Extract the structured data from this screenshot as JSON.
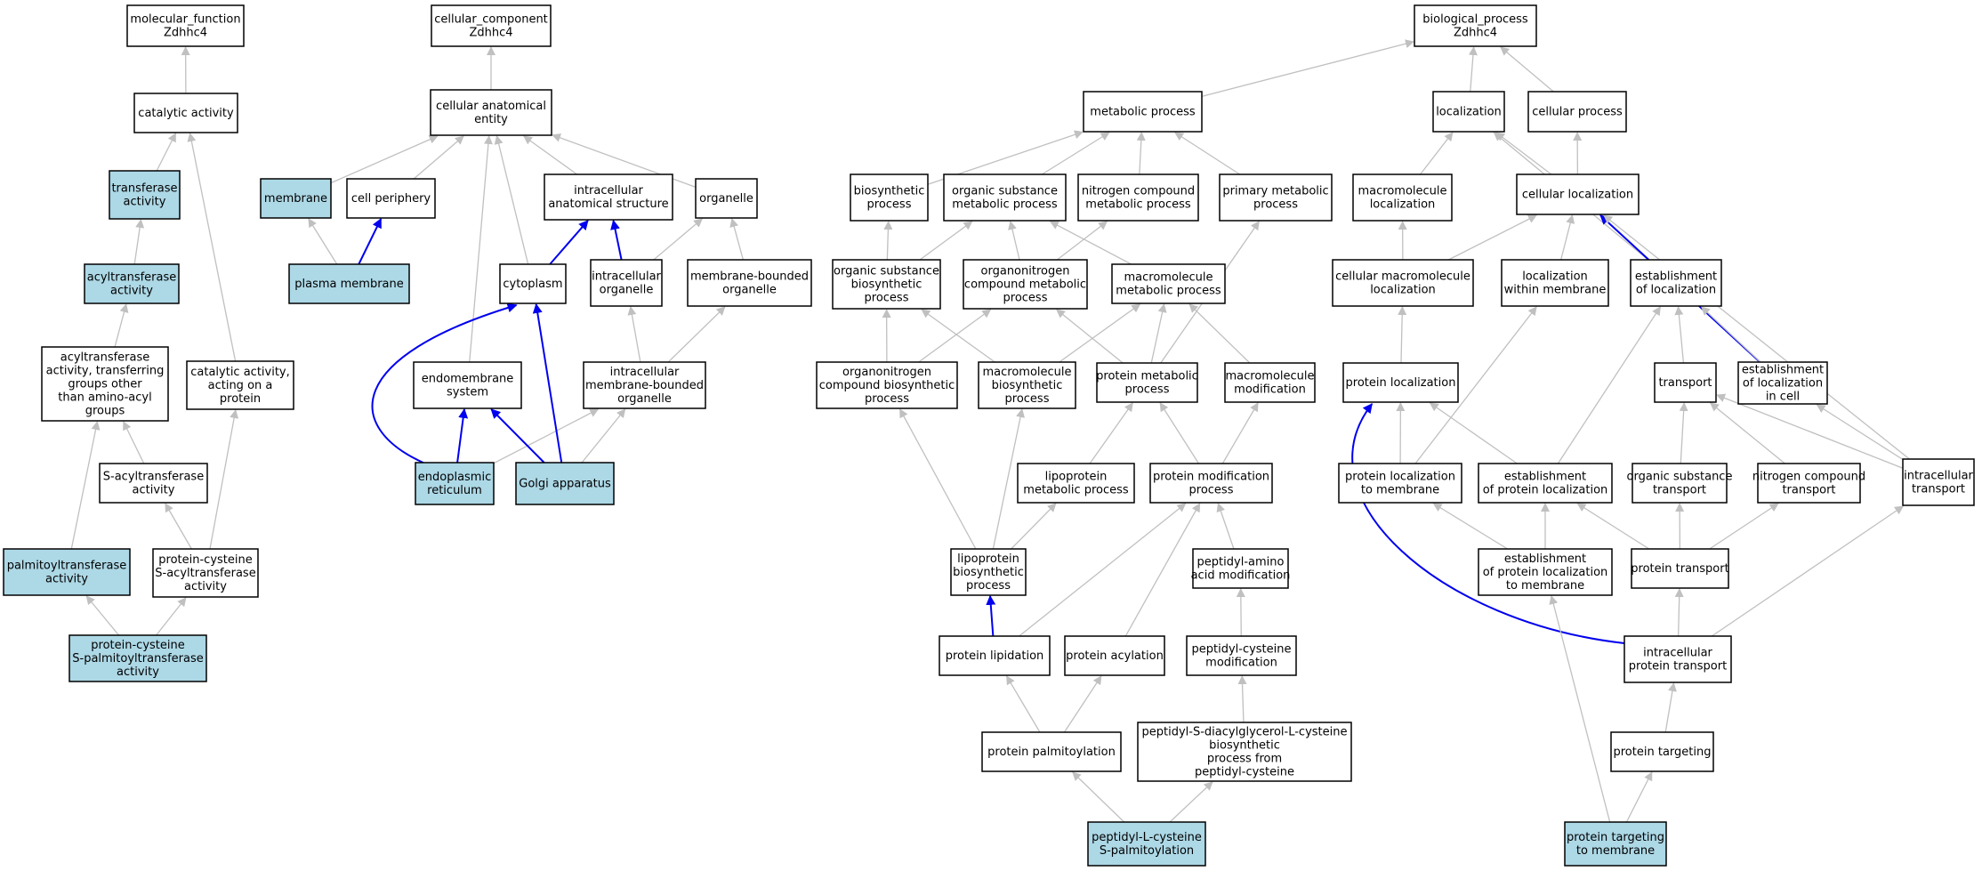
{
  "colors": {
    "plain": "#ffffff",
    "highlight": "#add8e6",
    "edge_grey": "#c0c0c0",
    "edge_blue": "#0000ee",
    "border": "#000000"
  },
  "nodes": {
    "mf_root": {
      "lines": [
        "molecular_function",
        "Zdhhc4"
      ],
      "hl": false
    },
    "catalytic_activity": {
      "lines": [
        "catalytic activity"
      ],
      "hl": false
    },
    "transferase": {
      "lines": [
        "transferase",
        "activity"
      ],
      "hl": true
    },
    "acyltransferase": {
      "lines": [
        "acyltransferase",
        "activity"
      ],
      "hl": true
    },
    "acyl_other": {
      "lines": [
        "acyltransferase",
        "activity, transferring",
        "groups other",
        "than amino-acyl",
        "groups"
      ],
      "hl": false
    },
    "catalytic_protein": {
      "lines": [
        "catalytic activity,",
        "acting on a",
        "protein"
      ],
      "hl": false
    },
    "s_acyl": {
      "lines": [
        "S-acyltransferase",
        "activity"
      ],
      "hl": false
    },
    "palmitoyl": {
      "lines": [
        "palmitoyltransferase",
        "activity"
      ],
      "hl": true
    },
    "pc_s_acyl": {
      "lines": [
        "protein-cysteine",
        "S-acyltransferase",
        "activity"
      ],
      "hl": false
    },
    "pc_s_palm": {
      "lines": [
        "protein-cysteine",
        "S-palmitoyltransferase",
        "activity"
      ],
      "hl": true
    },
    "cc_root": {
      "lines": [
        "cellular_component",
        "Zdhhc4"
      ],
      "hl": false
    },
    "anat_entity": {
      "lines": [
        "cellular anatomical",
        "entity"
      ],
      "hl": false
    },
    "membrane": {
      "lines": [
        "membrane"
      ],
      "hl": true
    },
    "cell_periphery": {
      "lines": [
        "cell periphery"
      ],
      "hl": false
    },
    "intra_anat": {
      "lines": [
        "intracellular",
        "anatomical structure"
      ],
      "hl": false
    },
    "organelle": {
      "lines": [
        "organelle"
      ],
      "hl": false
    },
    "plasma_membrane": {
      "lines": [
        "plasma membrane"
      ],
      "hl": true
    },
    "cytoplasm": {
      "lines": [
        "cytoplasm"
      ],
      "hl": false
    },
    "intra_organelle": {
      "lines": [
        "intracellular",
        "organelle"
      ],
      "hl": false
    },
    "mb_organelle": {
      "lines": [
        "membrane-bounded",
        "organelle"
      ],
      "hl": false
    },
    "endomembrane": {
      "lines": [
        "endomembrane",
        "system"
      ],
      "hl": false
    },
    "intra_mb_organelle": {
      "lines": [
        "intracellular",
        "membrane-bounded",
        "organelle"
      ],
      "hl": false
    },
    "er": {
      "lines": [
        "endoplasmic",
        "reticulum"
      ],
      "hl": true
    },
    "golgi": {
      "lines": [
        "Golgi apparatus"
      ],
      "hl": true
    },
    "bp_root": {
      "lines": [
        "biological_process",
        "Zdhhc4"
      ],
      "hl": false
    },
    "metabolic": {
      "lines": [
        "metabolic process"
      ],
      "hl": false
    },
    "localization": {
      "lines": [
        "localization"
      ],
      "hl": false
    },
    "cellular_process": {
      "lines": [
        "cellular process"
      ],
      "hl": false
    },
    "biosynthetic": {
      "lines": [
        "biosynthetic",
        "process"
      ],
      "hl": false
    },
    "org_sub_met": {
      "lines": [
        "organic substance",
        "metabolic process"
      ],
      "hl": false
    },
    "nitrogen_met": {
      "lines": [
        "nitrogen compound",
        "metabolic process"
      ],
      "hl": false
    },
    "primary_met": {
      "lines": [
        "primary metabolic",
        "process"
      ],
      "hl": false
    },
    "macromol_loc": {
      "lines": [
        "macromolecule",
        "localization"
      ],
      "hl": false
    },
    "cellular_loc": {
      "lines": [
        "cellular localization"
      ],
      "hl": false
    },
    "org_sub_bio": {
      "lines": [
        "organic substance",
        "biosynthetic",
        "process"
      ],
      "hl": false
    },
    "organonitrogen_met": {
      "lines": [
        "organonitrogen",
        "compound metabolic",
        "process"
      ],
      "hl": false
    },
    "macromol_met": {
      "lines": [
        "macromolecule",
        "metabolic process"
      ],
      "hl": false
    },
    "cell_macromol_loc": {
      "lines": [
        "cellular macromolecule",
        "localization"
      ],
      "hl": false
    },
    "loc_within_membrane": {
      "lines": [
        "localization",
        "within membrane"
      ],
      "hl": false
    },
    "est_loc": {
      "lines": [
        "establishment",
        "of localization"
      ],
      "hl": false
    },
    "organonitrogen_bio": {
      "lines": [
        "organonitrogen",
        "compound biosynthetic",
        "process"
      ],
      "hl": false
    },
    "macromol_bio": {
      "lines": [
        "macromolecule",
        "biosynthetic",
        "process"
      ],
      "hl": false
    },
    "protein_met": {
      "lines": [
        "protein metabolic",
        "process"
      ],
      "hl": false
    },
    "macromol_mod": {
      "lines": [
        "macromolecule",
        "modification"
      ],
      "hl": false
    },
    "protein_loc": {
      "lines": [
        "protein localization"
      ],
      "hl": false
    },
    "transport": {
      "lines": [
        "transport"
      ],
      "hl": false
    },
    "est_loc_cell": {
      "lines": [
        "establishment",
        "of localization",
        "in cell"
      ],
      "hl": false
    },
    "lipoprotein_met": {
      "lines": [
        "lipoprotein",
        "metabolic process"
      ],
      "hl": false
    },
    "protein_mod": {
      "lines": [
        "protein modification",
        "process"
      ],
      "hl": false
    },
    "protein_loc_membrane": {
      "lines": [
        "protein localization",
        "to membrane"
      ],
      "hl": false
    },
    "est_protein_loc": {
      "lines": [
        "establishment",
        "of protein localization"
      ],
      "hl": false
    },
    "org_sub_transport": {
      "lines": [
        "organic substance",
        "transport"
      ],
      "hl": false
    },
    "nitrogen_transport": {
      "lines": [
        "nitrogen compound",
        "transport"
      ],
      "hl": false
    },
    "intracellular_transport": {
      "lines": [
        "intracellular",
        "transport"
      ],
      "hl": false
    },
    "lipoprotein_bio": {
      "lines": [
        "lipoprotein",
        "biosynthetic",
        "process"
      ],
      "hl": false
    },
    "peptidyl_amino": {
      "lines": [
        "peptidyl-amino",
        "acid modification"
      ],
      "hl": false
    },
    "est_protein_loc_membrane": {
      "lines": [
        "establishment",
        "of protein localization",
        "to membrane"
      ],
      "hl": false
    },
    "protein_transport": {
      "lines": [
        "protein transport"
      ],
      "hl": false
    },
    "protein_lipidation": {
      "lines": [
        "protein lipidation"
      ],
      "hl": false
    },
    "protein_acylation": {
      "lines": [
        "protein acylation"
      ],
      "hl": false
    },
    "peptidyl_cys_mod": {
      "lines": [
        "peptidyl-cysteine",
        "modification"
      ],
      "hl": false
    },
    "intracellular_protein_transport": {
      "lines": [
        "intracellular",
        "protein transport"
      ],
      "hl": false
    },
    "protein_palm": {
      "lines": [
        "protein palmitoylation"
      ],
      "hl": false
    },
    "peptidyl_sdag": {
      "lines": [
        "peptidyl-S-diacylglycerol-L-cysteine",
        "biosynthetic",
        "process from",
        "peptidyl-cysteine"
      ],
      "hl": false
    },
    "protein_targeting": {
      "lines": [
        "protein targeting"
      ],
      "hl": false
    },
    "peptidyl_lcys_palm": {
      "lines": [
        "peptidyl-L-cysteine",
        "S-palmitoylation"
      ],
      "hl": true
    },
    "protein_targeting_membrane": {
      "lines": [
        "protein targeting",
        "to membrane"
      ],
      "hl": true
    }
  },
  "edges": [
    {
      "from": "catalytic_activity",
      "to": "mf_root",
      "blue": false
    },
    {
      "from": "transferase",
      "to": "catalytic_activity",
      "blue": false
    },
    {
      "from": "catalytic_protein",
      "to": "catalytic_activity",
      "blue": false
    },
    {
      "from": "acyltransferase",
      "to": "transferase",
      "blue": false
    },
    {
      "from": "acyl_other",
      "to": "acyltransferase",
      "blue": false
    },
    {
      "from": "s_acyl",
      "to": "acyl_other",
      "blue": false
    },
    {
      "from": "palmitoyl",
      "to": "acyl_other",
      "blue": false
    },
    {
      "from": "pc_s_acyl",
      "to": "s_acyl",
      "blue": false
    },
    {
      "from": "pc_s_acyl",
      "to": "catalytic_protein",
      "blue": false
    },
    {
      "from": "pc_s_palm",
      "to": "palmitoyl",
      "blue": false
    },
    {
      "from": "pc_s_palm",
      "to": "pc_s_acyl",
      "blue": false
    },
    {
      "from": "anat_entity",
      "to": "cc_root",
      "blue": false
    },
    {
      "from": "membrane",
      "to": "anat_entity",
      "blue": false
    },
    {
      "from": "cell_periphery",
      "to": "anat_entity",
      "blue": false
    },
    {
      "from": "intra_anat",
      "to": "anat_entity",
      "blue": false
    },
    {
      "from": "organelle",
      "to": "anat_entity",
      "blue": false
    },
    {
      "from": "cytoplasm",
      "to": "anat_entity",
      "blue": false
    },
    {
      "from": "endomembrane",
      "to": "anat_entity",
      "blue": false
    },
    {
      "from": "plasma_membrane",
      "to": "membrane",
      "blue": false
    },
    {
      "from": "plasma_membrane",
      "to": "cell_periphery",
      "blue": true
    },
    {
      "from": "cytoplasm",
      "to": "intra_anat",
      "blue": true
    },
    {
      "from": "intra_organelle",
      "to": "intra_anat",
      "blue": true
    },
    {
      "from": "intra_organelle",
      "to": "organelle",
      "blue": false
    },
    {
      "from": "mb_organelle",
      "to": "organelle",
      "blue": false
    },
    {
      "from": "intra_mb_organelle",
      "to": "intra_organelle",
      "blue": false
    },
    {
      "from": "intra_mb_organelle",
      "to": "mb_organelle",
      "blue": false
    },
    {
      "from": "er",
      "to": "endomembrane",
      "blue": true
    },
    {
      "from": "er",
      "to": "cytoplasm",
      "blue": true,
      "curve": "left"
    },
    {
      "from": "er",
      "to": "intra_mb_organelle",
      "blue": false
    },
    {
      "from": "golgi",
      "to": "endomembrane",
      "blue": true
    },
    {
      "from": "golgi",
      "to": "cytoplasm",
      "blue": true
    },
    {
      "from": "golgi",
      "to": "intra_mb_organelle",
      "blue": false
    },
    {
      "from": "metabolic",
      "to": "bp_root",
      "blue": false
    },
    {
      "from": "localization",
      "to": "bp_root",
      "blue": false
    },
    {
      "from": "cellular_process",
      "to": "bp_root",
      "blue": false
    },
    {
      "from": "biosynthetic",
      "to": "metabolic",
      "blue": false
    },
    {
      "from": "org_sub_met",
      "to": "metabolic",
      "blue": false
    },
    {
      "from": "nitrogen_met",
      "to": "metabolic",
      "blue": false
    },
    {
      "from": "primary_met",
      "to": "metabolic",
      "blue": false
    },
    {
      "from": "macromol_loc",
      "to": "localization",
      "blue": false
    },
    {
      "from": "cellular_loc",
      "to": "localization",
      "blue": false
    },
    {
      "from": "cellular_loc",
      "to": "cellular_process",
      "blue": false
    },
    {
      "from": "est_loc",
      "to": "localization",
      "blue": false
    },
    {
      "from": "org_sub_bio",
      "to": "biosynthetic",
      "blue": false
    },
    {
      "from": "org_sub_bio",
      "to": "org_sub_met",
      "blue": false
    },
    {
      "from": "organonitrogen_met",
      "to": "org_sub_met",
      "blue": false
    },
    {
      "from": "organonitrogen_met",
      "to": "nitrogen_met",
      "blue": false
    },
    {
      "from": "macromol_met",
      "to": "org_sub_met",
      "blue": false
    },
    {
      "from": "protein_met",
      "to": "primary_met",
      "blue": false
    },
    {
      "from": "cell_macromol_loc",
      "to": "macromol_loc",
      "blue": false
    },
    {
      "from": "cell_macromol_loc",
      "to": "cellular_loc",
      "blue": false
    },
    {
      "from": "loc_within_membrane",
      "to": "cellular_loc",
      "blue": false
    },
    {
      "from": "est_loc_cell",
      "to": "cellular_loc",
      "blue": true
    },
    {
      "from": "intracellular_transport",
      "to": "cellular_loc",
      "blue": false
    },
    {
      "from": "organonitrogen_bio",
      "to": "org_sub_bio",
      "blue": false
    },
    {
      "from": "organonitrogen_bio",
      "to": "organonitrogen_met",
      "blue": false
    },
    {
      "from": "macromol_bio",
      "to": "org_sub_bio",
      "blue": false
    },
    {
      "from": "macromol_bio",
      "to": "macromol_met",
      "blue": false
    },
    {
      "from": "protein_met",
      "to": "organonitrogen_met",
      "blue": false
    },
    {
      "from": "protein_met",
      "to": "macromol_met",
      "blue": false
    },
    {
      "from": "macromol_mod",
      "to": "macromol_met",
      "blue": false
    },
    {
      "from": "protein_loc",
      "to": "cell_macromol_loc",
      "blue": false
    },
    {
      "from": "transport",
      "to": "est_loc",
      "blue": false
    },
    {
      "from": "est_loc_cell",
      "to": "est_loc",
      "blue": false
    },
    {
      "from": "lipoprotein_met",
      "to": "protein_met",
      "blue": false
    },
    {
      "from": "protein_mod",
      "to": "protein_met",
      "blue": false
    },
    {
      "from": "protein_mod",
      "to": "macromol_mod",
      "blue": false
    },
    {
      "from": "protein_loc_membrane",
      "to": "protein_loc",
      "blue": false
    },
    {
      "from": "protein_loc_membrane",
      "to": "loc_within_membrane",
      "blue": false
    },
    {
      "from": "est_protein_loc",
      "to": "protein_loc",
      "blue": false
    },
    {
      "from": "est_protein_loc",
      "to": "est_loc",
      "blue": false
    },
    {
      "from": "org_sub_transport",
      "to": "transport",
      "blue": false
    },
    {
      "from": "nitrogen_transport",
      "to": "transport",
      "blue": false
    },
    {
      "from": "intracellular_transport",
      "to": "transport",
      "blue": false
    },
    {
      "from": "intracellular_transport",
      "to": "est_loc_cell",
      "blue": false
    },
    {
      "from": "lipoprotein_bio",
      "to": "organonitrogen_bio",
      "blue": false
    },
    {
      "from": "lipoprotein_bio",
      "to": "macromol_bio",
      "blue": false
    },
    {
      "from": "lipoprotein_bio",
      "to": "lipoprotein_met",
      "blue": false
    },
    {
      "from": "peptidyl_amino",
      "to": "protein_mod",
      "blue": false
    },
    {
      "from": "est_protein_loc_membrane",
      "to": "protein_loc_membrane",
      "blue": false
    },
    {
      "from": "est_protein_loc_membrane",
      "to": "est_protein_loc",
      "blue": false
    },
    {
      "from": "protein_transport",
      "to": "est_protein_loc",
      "blue": false
    },
    {
      "from": "protein_transport",
      "to": "org_sub_transport",
      "blue": false
    },
    {
      "from": "protein_transport",
      "to": "nitrogen_transport",
      "blue": false
    },
    {
      "from": "protein_lipidation",
      "to": "lipoprotein_bio",
      "blue": true
    },
    {
      "from": "protein_lipidation",
      "to": "protein_mod",
      "blue": false
    },
    {
      "from": "protein_acylation",
      "to": "protein_mod",
      "blue": false
    },
    {
      "from": "peptidyl_cys_mod",
      "to": "peptidyl_amino",
      "blue": false
    },
    {
      "from": "intracellular_protein_transport",
      "to": "protein_transport",
      "blue": false
    },
    {
      "from": "intracellular_protein_transport",
      "to": "intracellular_transport",
      "blue": false
    },
    {
      "from": "intracellular_protein_transport",
      "to": "protein_loc",
      "blue": true,
      "curve": "left"
    },
    {
      "from": "protein_palm",
      "to": "protein_lipidation",
      "blue": false
    },
    {
      "from": "protein_palm",
      "to": "protein_acylation",
      "blue": false
    },
    {
      "from": "peptidyl_sdag",
      "to": "peptidyl_cys_mod",
      "blue": false
    },
    {
      "from": "protein_targeting",
      "to": "intracellular_protein_transport",
      "blue": false
    },
    {
      "from": "peptidyl_lcys_palm",
      "to": "protein_palm",
      "blue": false
    },
    {
      "from": "peptidyl_lcys_palm",
      "to": "peptidyl_sdag",
      "blue": false
    },
    {
      "from": "protein_targeting_membrane",
      "to": "protein_targeting",
      "blue": false
    },
    {
      "from": "protein_targeting_membrane",
      "to": "est_protein_loc_membrane",
      "blue": false
    }
  ]
}
